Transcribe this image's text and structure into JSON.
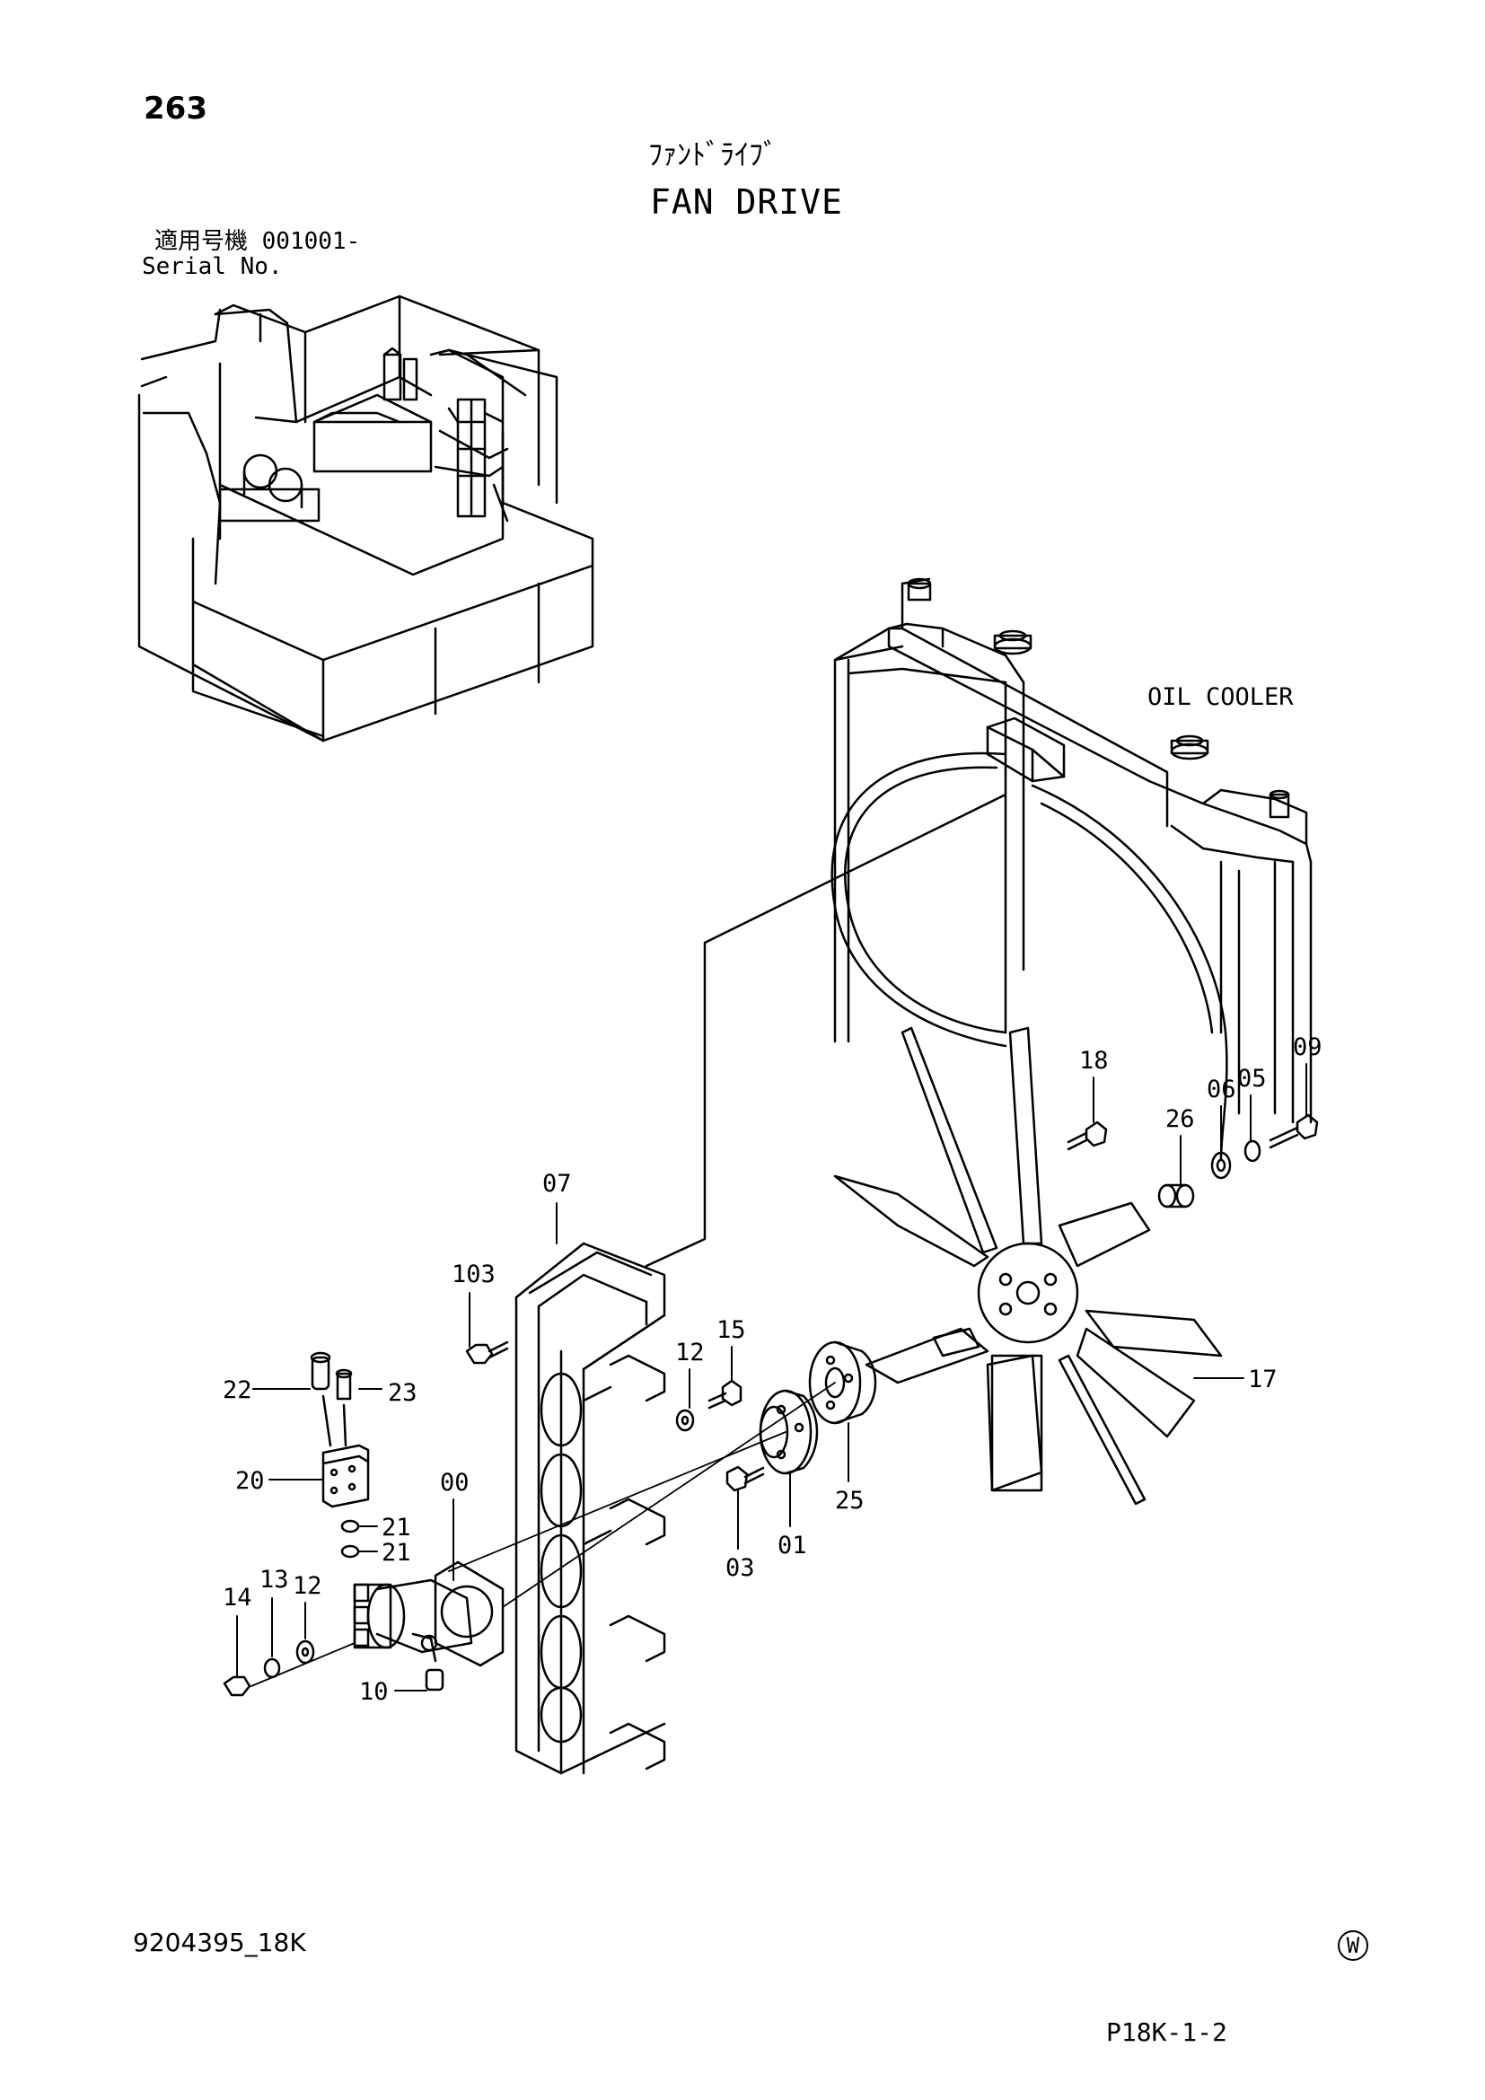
{
  "header": {
    "page_number": "263",
    "title_jp": "ﾌｧﾝﾄﾞﾗｲﾌﾞ",
    "title_en": "FAN DRIVE",
    "serial_jp": "適用号機  001001-",
    "serial_en": "Serial No."
  },
  "diagram": {
    "component_label": "OIL COOLER",
    "callouts": [
      "00",
      "01",
      "03",
      "05",
      "06",
      "07",
      "09",
      "10",
      "12",
      "12",
      "13",
      "14",
      "15",
      "17",
      "18",
      "20",
      "21",
      "21",
      "22",
      "23",
      "25",
      "26",
      "103"
    ]
  },
  "footer": {
    "doc_code": "9204395_18K",
    "region_mark": "W",
    "page_ref": "P18K-1-2"
  }
}
